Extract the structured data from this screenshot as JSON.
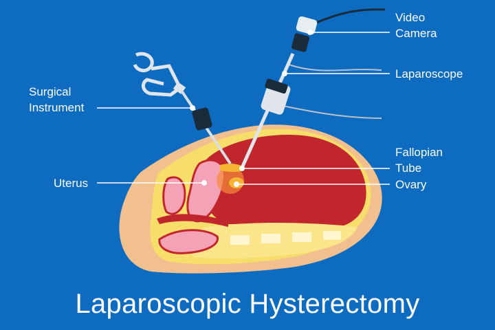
{
  "diagram": {
    "title": "Laparoscopic Hysterectomy",
    "labels": {
      "video_camera": [
        "Video",
        "Camera"
      ],
      "laparoscope": "Laparoscope",
      "surgical_instrument": [
        "Surgical",
        "Instrument"
      ],
      "fallopian_tube": [
        "Fallopian",
        "Tube"
      ],
      "uterus": "Uterus",
      "ovary": "Ovary"
    }
  },
  "colors": {
    "background": "#0e6cc0",
    "leader_line": "#ffffff",
    "skin": "#f2bf8e",
    "fat_layer": "#f7de6a",
    "cavity": "#c2262d",
    "uterus": "#f3a3b5",
    "instrument_metal": "#dfe5ea",
    "instrument_dark": "#1a2b3c"
  }
}
